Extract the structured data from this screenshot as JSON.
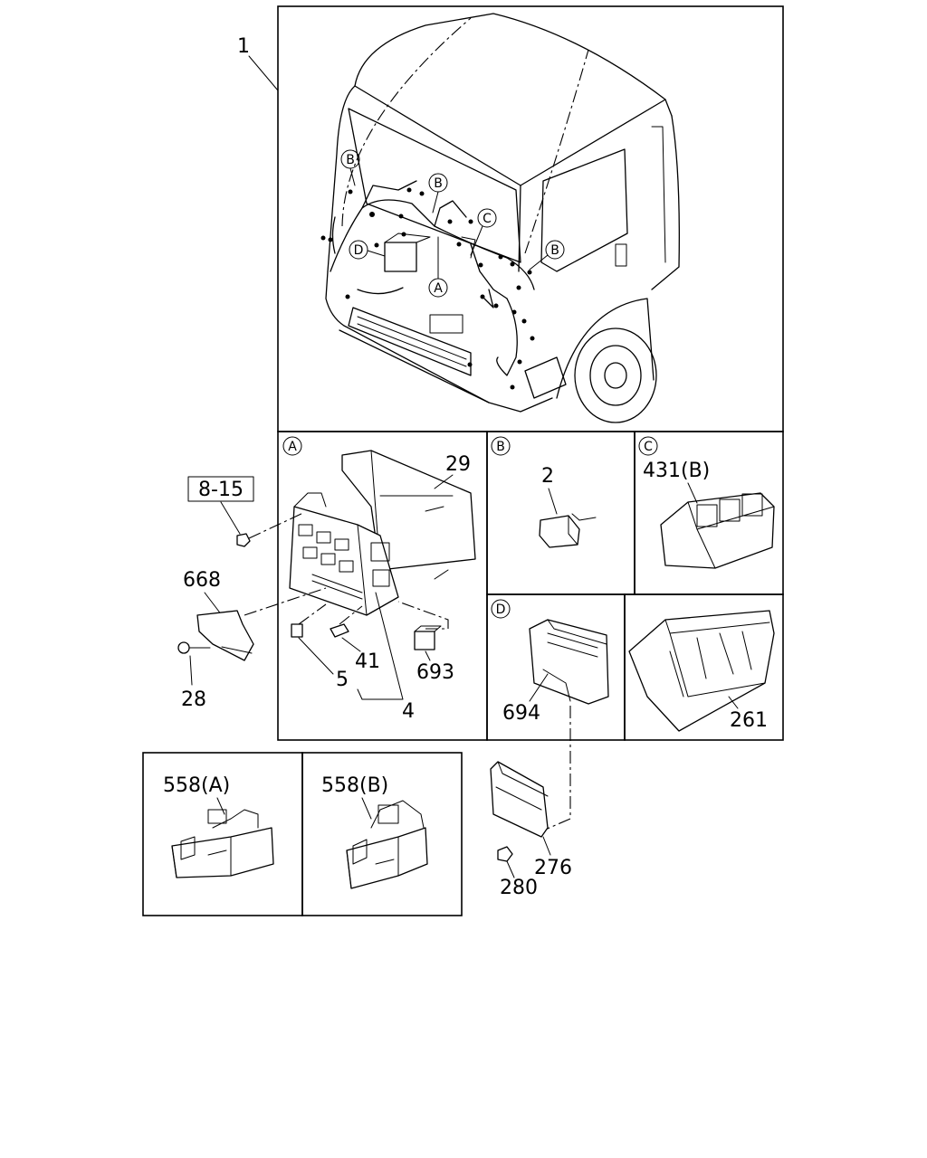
{
  "callouts": {
    "harness": "1",
    "ref_box": "8-15",
    "fuse_cover": "29",
    "relay_b": "2",
    "relay_c": "431(B)",
    "bracket": "668",
    "bolt": "28",
    "fuse_a": "5",
    "fuse_b": "41",
    "fuse_set": "4",
    "relay_693": "693",
    "module_694": "694",
    "cover_261": "261",
    "connector_558a": "558(A)",
    "connector_558b": "558(B)",
    "controller_276": "276",
    "nut_280": "280"
  },
  "markers": {
    "a": "A",
    "b": "B",
    "c": "C",
    "d": "D"
  }
}
